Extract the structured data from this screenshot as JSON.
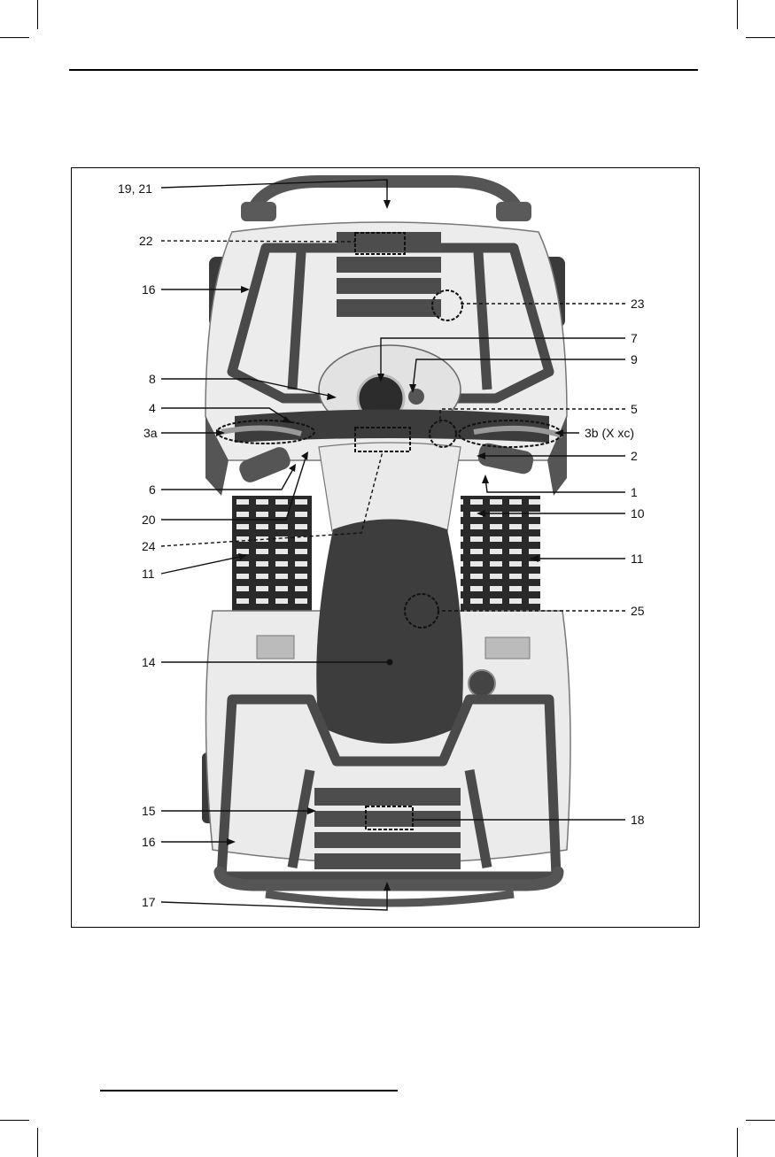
{
  "figure": {
    "callouts": [
      {
        "id": "c-19-21",
        "text": "19, 21"
      },
      {
        "id": "c-22",
        "text": "22"
      },
      {
        "id": "c-16a",
        "text": "16"
      },
      {
        "id": "c-8",
        "text": "8"
      },
      {
        "id": "c-4",
        "text": "4"
      },
      {
        "id": "c-3a",
        "text": "3a"
      },
      {
        "id": "c-6",
        "text": "6"
      },
      {
        "id": "c-20",
        "text": "20"
      },
      {
        "id": "c-24",
        "text": "24"
      },
      {
        "id": "c-11a",
        "text": "11"
      },
      {
        "id": "c-14",
        "text": "14"
      },
      {
        "id": "c-15",
        "text": "15"
      },
      {
        "id": "c-16b",
        "text": "16"
      },
      {
        "id": "c-17",
        "text": "17"
      },
      {
        "id": "c-23",
        "text": "23"
      },
      {
        "id": "c-7",
        "text": "7"
      },
      {
        "id": "c-9",
        "text": "9"
      },
      {
        "id": "c-5",
        "text": "5"
      },
      {
        "id": "c-3b",
        "text": "3b (X xc)"
      },
      {
        "id": "c-2",
        "text": "2"
      },
      {
        "id": "c-1",
        "text": "1"
      },
      {
        "id": "c-10",
        "text": "10"
      },
      {
        "id": "c-11b",
        "text": "11"
      },
      {
        "id": "c-25",
        "text": "25"
      },
      {
        "id": "c-18",
        "text": "18"
      }
    ]
  }
}
